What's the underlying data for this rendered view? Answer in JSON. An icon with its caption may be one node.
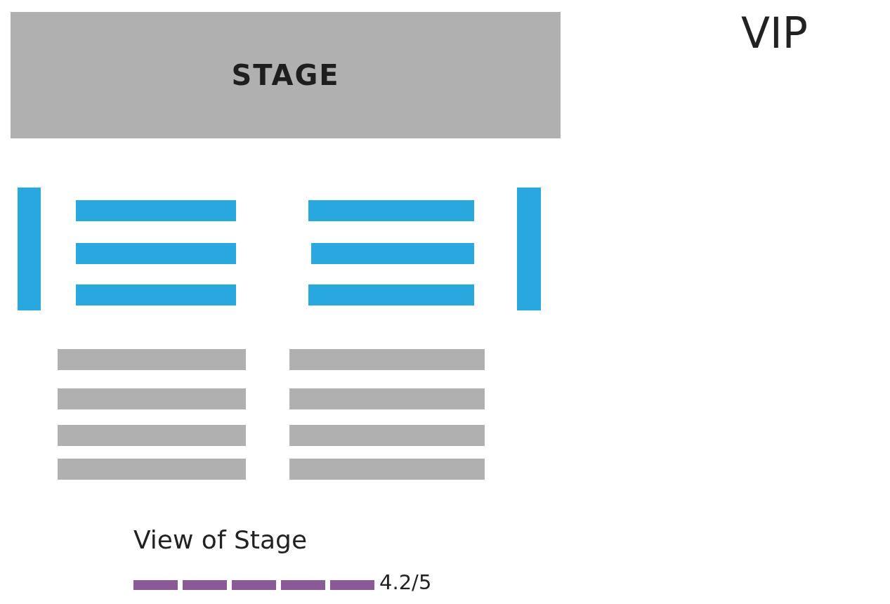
{
  "diagram": {
    "title": "VIP",
    "nodes": [
      {
        "text": [
          "STAGE"
        ]
      },
      {
        "text": [],
        "shape": "bar"
      },
      {
        "text": [],
        "shape": "bar"
      },
      {
        "text": [],
        "shape": "bar"
      },
      {
        "text": [],
        "shape": "bar"
      },
      {
        "text": [],
        "shape": "bar"
      },
      {
        "text": [],
        "shape": "bar"
      },
      {
        "text": [],
        "shape": "bar"
      },
      {
        "text": [],
        "shape": "bar"
      },
      {
        "text": [],
        "shape": "bar"
      },
      {
        "text": [],
        "shape": "bar"
      },
      {
        "text": [],
        "shape": "bar"
      },
      {
        "text": [],
        "shape": "bar"
      },
      {
        "text": [],
        "shape": "bar"
      },
      {
        "text": [],
        "shape": "bar"
      },
      {
        "text": [],
        "shape": "bar"
      },
      {
        "text": [],
        "shape": "bar"
      }
    ],
    "labels": [
      "View of Stage",
      "4.2/5"
    ]
  }
}
